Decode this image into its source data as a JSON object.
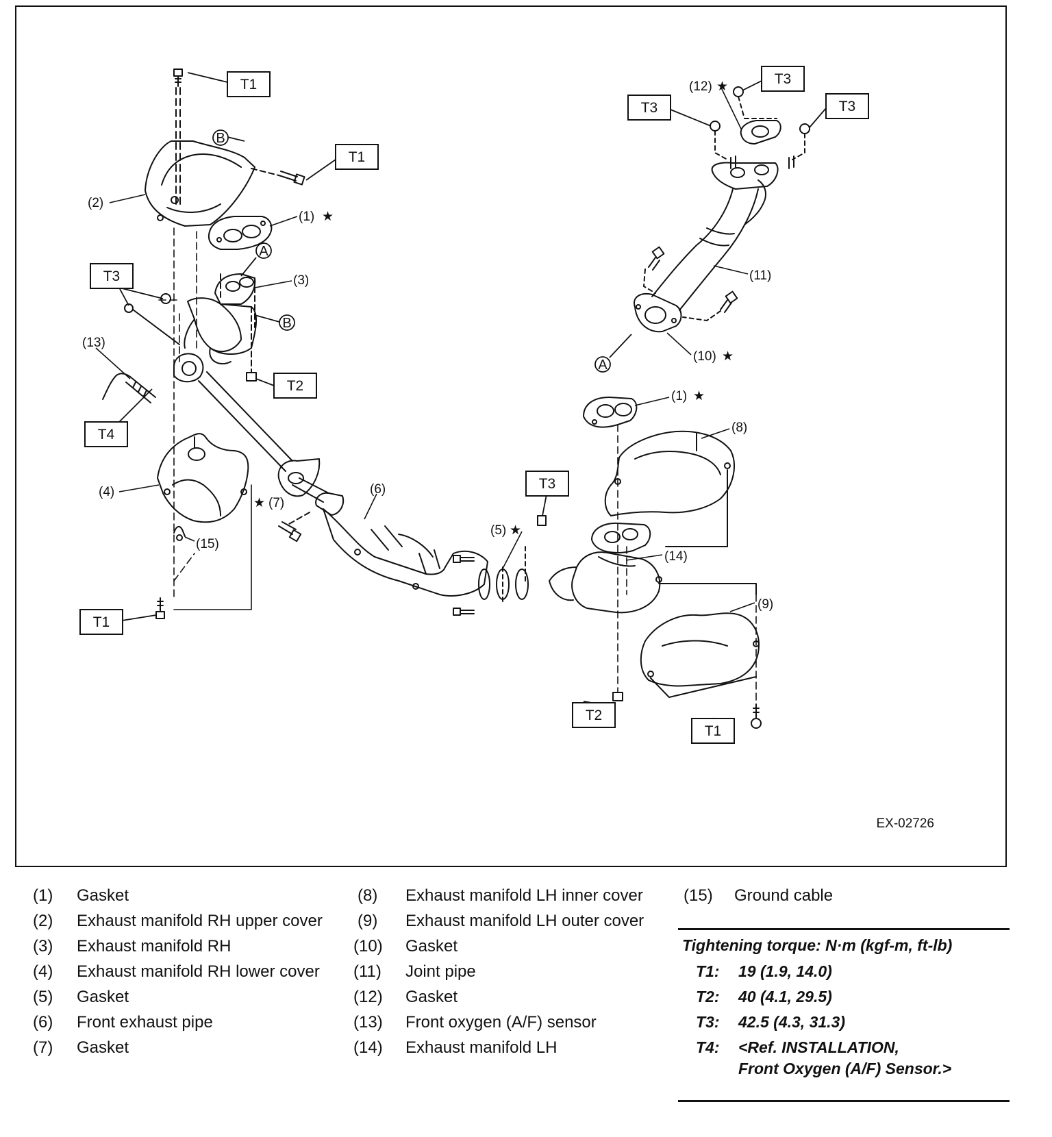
{
  "diagram": {
    "figure_id": "EX-02726",
    "torque_tags": {
      "t1": "T1",
      "t2": "T2",
      "t3": "T3",
      "t4": "T4"
    },
    "ref_markers": {
      "a": "A",
      "b": "B"
    },
    "callouts": {
      "c1": "(1)",
      "c2": "(2)",
      "c3": "(3)",
      "c4": "(4)",
      "c5": "(5)",
      "c6": "(6)",
      "c7": "(7)",
      "c8": "(8)",
      "c9": "(9)",
      "c10": "(10)",
      "c11": "(11)",
      "c12": "(12)",
      "c13": "(13)",
      "c14": "(14)",
      "c15": "(15)"
    },
    "star_glyph": "★"
  },
  "legend": {
    "items": [
      {
        "num": "(1)",
        "name": "Gasket"
      },
      {
        "num": "(2)",
        "name": "Exhaust manifold RH upper cover"
      },
      {
        "num": "(3)",
        "name": "Exhaust manifold RH"
      },
      {
        "num": "(4)",
        "name": "Exhaust manifold RH lower cover"
      },
      {
        "num": "(5)",
        "name": "Gasket"
      },
      {
        "num": "(6)",
        "name": "Front exhaust pipe"
      },
      {
        "num": "(7)",
        "name": "Gasket"
      },
      {
        "num": "(8)",
        "name": "Exhaust manifold LH inner cover"
      },
      {
        "num": "(9)",
        "name": "Exhaust manifold LH outer cover"
      },
      {
        "num": "(10)",
        "name": "Gasket"
      },
      {
        "num": "(11)",
        "name": "Joint pipe"
      },
      {
        "num": "(12)",
        "name": "Gasket"
      },
      {
        "num": "(13)",
        "name": "Front oxygen (A/F) sensor"
      },
      {
        "num": "(14)",
        "name": "Exhaust manifold LH"
      },
      {
        "num": "(15)",
        "name": "Ground cable"
      }
    ]
  },
  "torque": {
    "heading": "Tightening torque: N·m (kgf-m, ft-lb)",
    "rows": [
      {
        "code": "T1:",
        "value": "19 (1.9, 14.0)"
      },
      {
        "code": "T2:",
        "value": "40 (4.1, 29.5)"
      },
      {
        "code": "T3:",
        "value": "42.5 (4.3, 31.3)"
      },
      {
        "code": "T4:",
        "value": "<Ref. INSTALLATION,",
        "value2": "Front Oxygen (A/F) Sensor.>"
      }
    ]
  },
  "colors": {
    "ink": "#111111",
    "paper": "#ffffff"
  }
}
